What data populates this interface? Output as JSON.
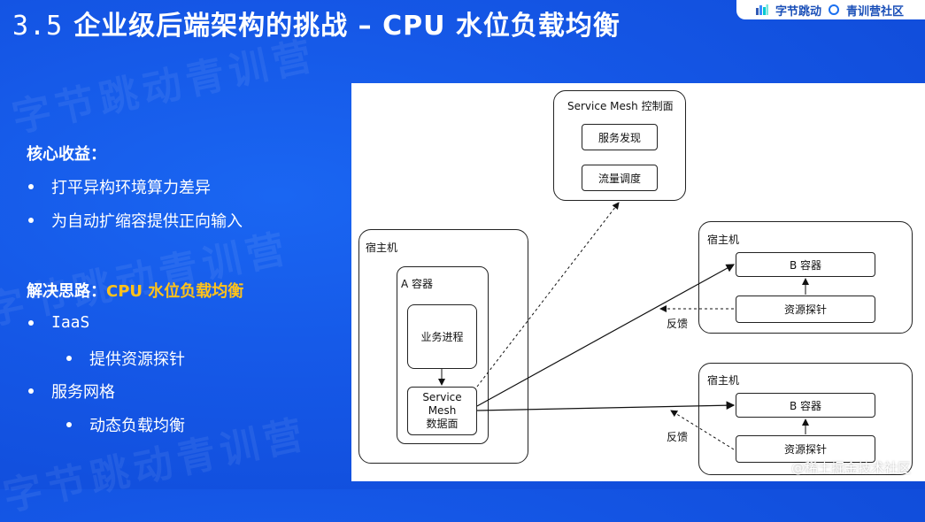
{
  "header": {
    "number": "3.5",
    "title": "企业级后端架构的挑战 – CPU 水位负载均衡",
    "logo_left": "字节跳动",
    "logo_right": "青训营社区"
  },
  "left_panel": {
    "benefit_heading": "核心收益：",
    "benefits": [
      "打平异构环境算力差异",
      "为自动扩缩容提供正向输入"
    ],
    "approach_heading": "解决思路：",
    "approach_highlight": "CPU 水位负载均衡",
    "approach_items": [
      {
        "label": "IaaS",
        "sub": "提供资源探针"
      },
      {
        "label": "服务网格",
        "sub": "动态负载均衡"
      }
    ]
  },
  "diagram": {
    "control_plane": {
      "title": "Service Mesh 控制面",
      "items": [
        "服务发现",
        "流量调度"
      ]
    },
    "host_left": {
      "title": "宿主机",
      "container_title": "A 容器",
      "process": "业务进程",
      "sidecar": [
        "Service",
        "Mesh",
        "数据面"
      ]
    },
    "host_top_right": {
      "title": "宿主机",
      "container": "B 容器",
      "probe": "资源探针",
      "feedback": "反馈"
    },
    "host_bottom_right": {
      "title": "宿主机",
      "container": "B 容器",
      "probe": "资源探针",
      "feedback": "反馈"
    }
  },
  "credit": "@稀土掘金技术社区",
  "colors": {
    "background": "#1557e6",
    "highlight": "#ffc21a"
  }
}
